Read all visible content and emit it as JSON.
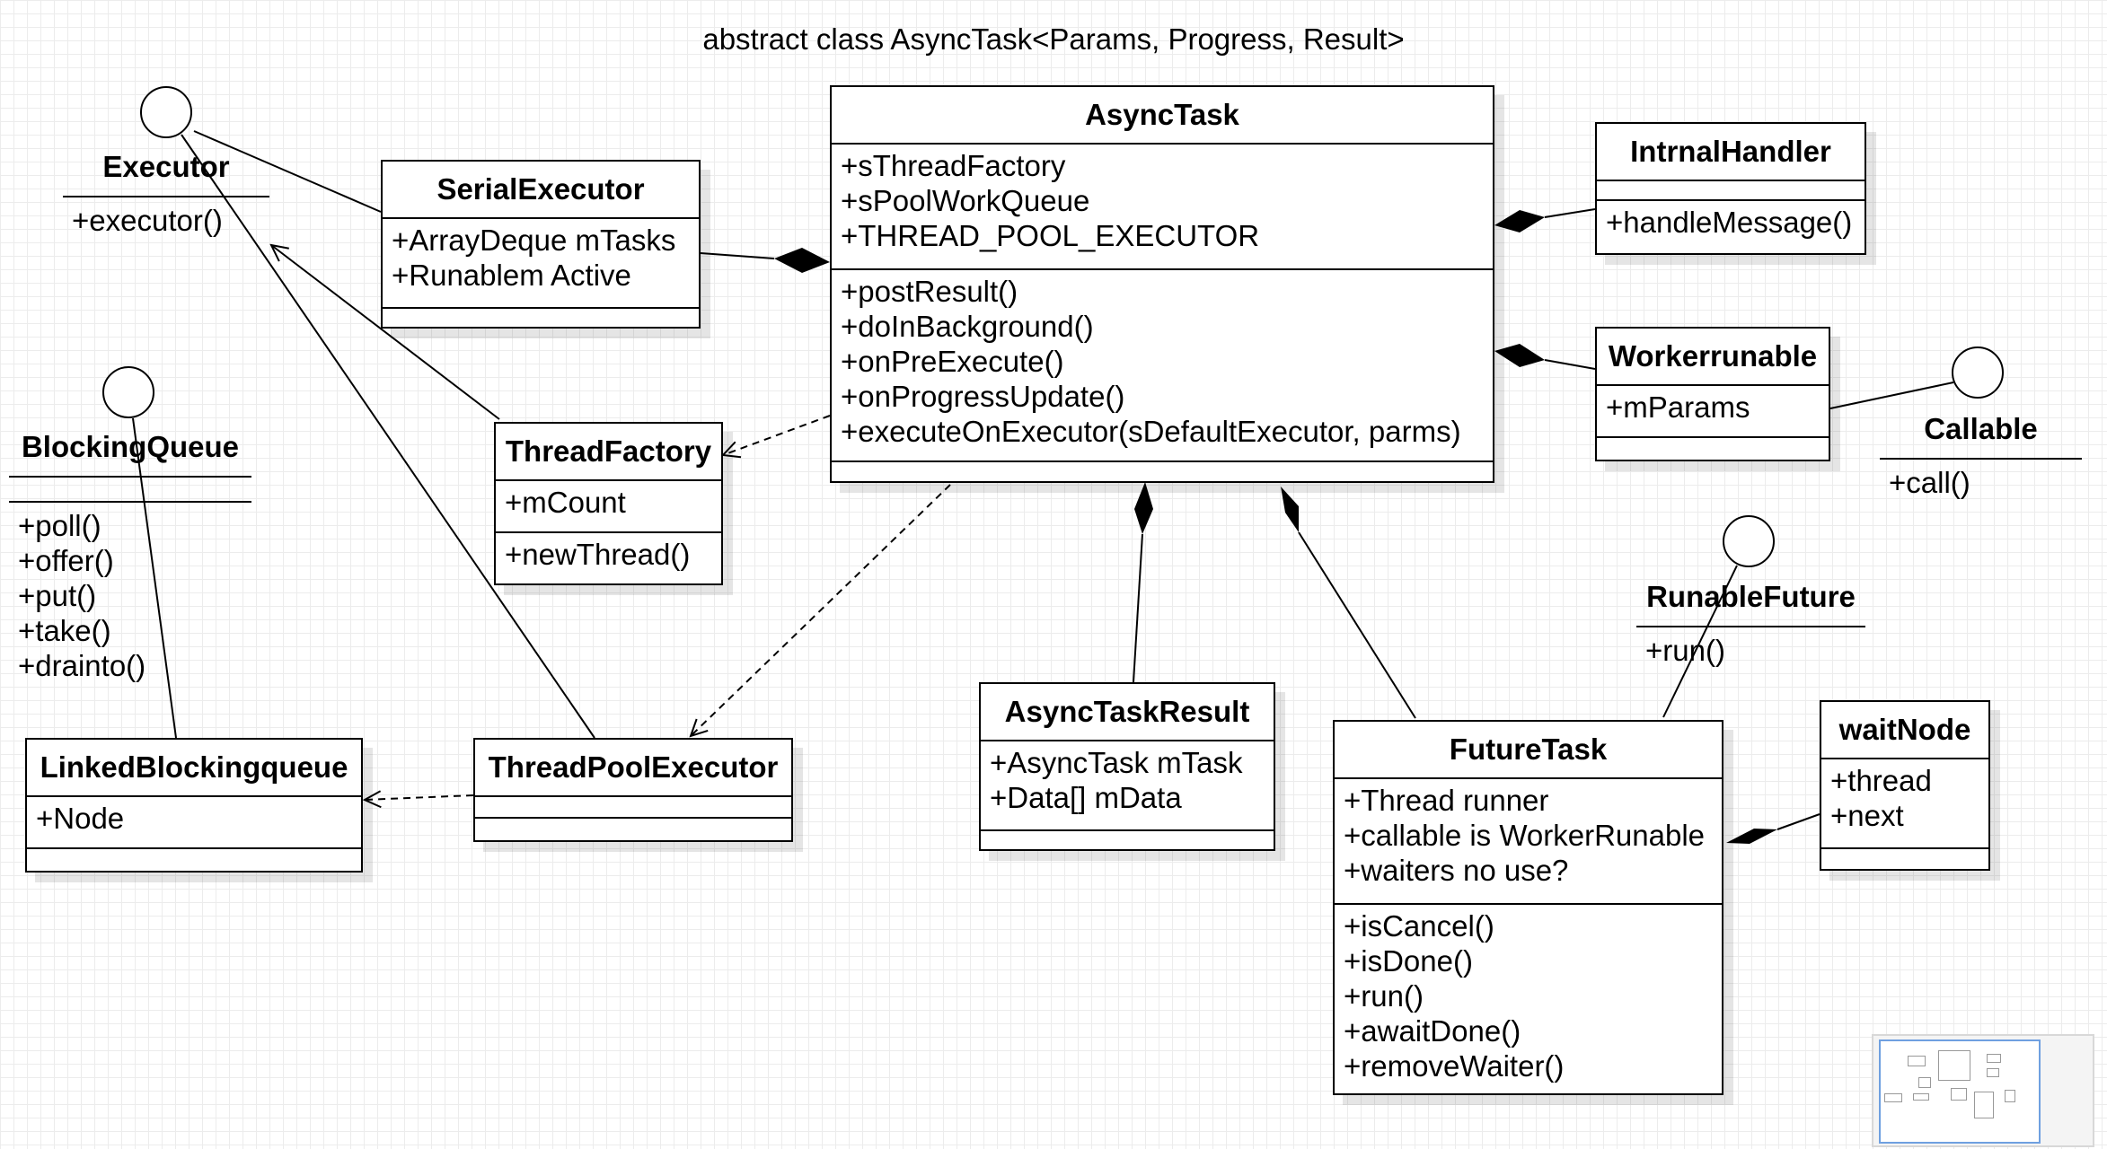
{
  "diagram": {
    "title": "abstract class AsyncTask<Params, Progress, Result>",
    "classes": {
      "asynctask": {
        "name": "AsyncTask",
        "attributes": [
          "+sThreadFactory",
          "+sPoolWorkQueue",
          "+THREAD_POOL_EXECUTOR"
        ],
        "operations": [
          "+postResult()",
          "+doInBackground()",
          "+onPreExecute()",
          "+onProgressUpdate()",
          "+executeOnExecutor(sDefaultExecutor, parms)"
        ]
      },
      "serialexecutor": {
        "name": "SerialExecutor",
        "attributes": [
          "+ArrayDeque mTasks",
          "+Runablem Active"
        ],
        "operations": []
      },
      "internalhandler": {
        "name": "IntrnalHandler",
        "attributes": [],
        "operations": [
          "+handleMessage()"
        ]
      },
      "workerrunable": {
        "name": "Workerrunable",
        "attributes": [
          "+mParams"
        ],
        "operations": []
      },
      "threadfactory": {
        "name": "ThreadFactory",
        "attributes": [
          "+mCount"
        ],
        "operations": [
          "+newThread()"
        ]
      },
      "threadpoolexecutor": {
        "name": "ThreadPoolExecutor",
        "attributes": [],
        "operations": []
      },
      "linkedblockingqueue": {
        "name": "LinkedBlockingqueue",
        "attributes": [
          "+Node"
        ],
        "operations": []
      },
      "asynctaskresult": {
        "name": "AsyncTaskResult",
        "attributes": [
          "+AsyncTask mTask",
          "+Data[] mData"
        ],
        "operations": []
      },
      "futuretask": {
        "name": "FutureTask",
        "attributes": [
          "+Thread runner",
          "+callable is WorkerRunable",
          "+waiters no use?"
        ],
        "operations": [
          "+isCancel()",
          "+isDone()",
          "+run()",
          "+awaitDone()",
          "+removeWaiter()"
        ]
      },
      "waitnode": {
        "name": "waitNode",
        "attributes": [
          "+thread",
          "+next"
        ],
        "operations": []
      }
    },
    "interfaces": {
      "executor": {
        "name": "Executor",
        "operations": [
          "+executor()"
        ]
      },
      "blockingqueue": {
        "name": "BlockingQueue",
        "operations": [
          "+poll()",
          "+offer()",
          "+put()",
          "+take()",
          "+drainto()"
        ]
      },
      "callable": {
        "name": "Callable",
        "operations": [
          "+call()"
        ]
      },
      "runablefuture": {
        "name": "RunableFuture",
        "operations": [
          "+run()"
        ]
      }
    }
  }
}
